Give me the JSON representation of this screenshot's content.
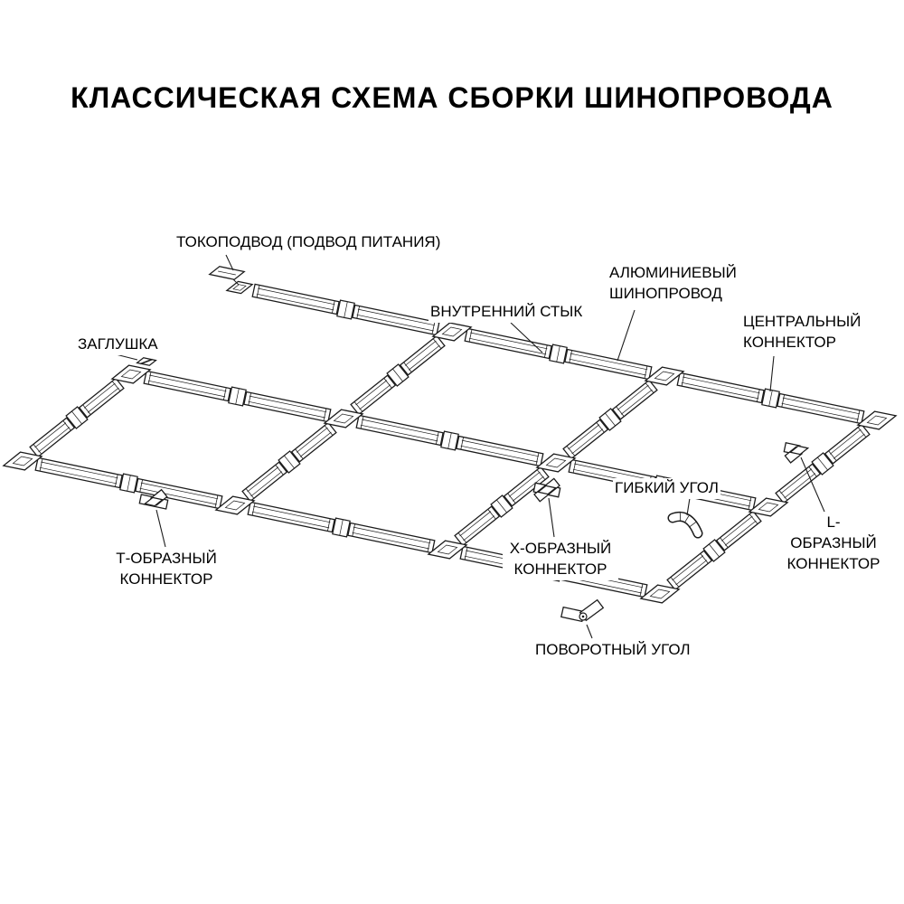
{
  "title": "КЛАССИЧЕСКАЯ СХЕМА СБОРКИ ШИНОПРОВОДА",
  "diagram": {
    "name": "track-busbar-assembly-scheme",
    "labels": {
      "power_feed": "ТОКОПОДВОД (ПОДВОД ПИТАНИЯ)",
      "end_cap": "ЗАГЛУШКА",
      "internal_joint": "ВНУТРЕННИЙ СТЫК",
      "aluminum_track": "АЛЮМИНИЕВЫЙ\nШИНОПРОВОД",
      "central_connector": "ЦЕНТРАЛЬНЫЙ\nКОННЕКТОР",
      "flexible_corner": "ГИБКИЙ УГОЛ",
      "l_connector": "L-ОБРАЗНЫЙ\nКОННЕКТОР",
      "t_connector": "Т-ОБРАЗНЫЙ\nКОННЕКТОР",
      "x_connector": "Х-ОБРАЗНЫЙ\nКОННЕКТОР",
      "rotating_corner": "ПОВОРОТНЫЙ УГОЛ"
    }
  },
  "colors": {
    "background": "#ffffff",
    "line": "#1c1c1c",
    "text": "#000000"
  }
}
